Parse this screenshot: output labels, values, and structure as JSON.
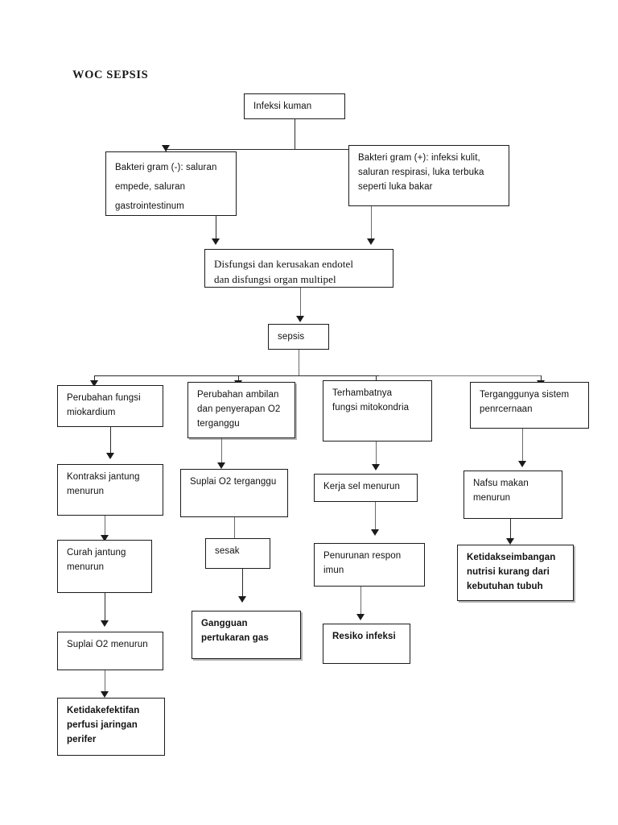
{
  "document": {
    "title": "WOC SEPSIS"
  },
  "diagram": {
    "type": "flowchart",
    "orientation": "top-down",
    "nodes": [
      {
        "id": "infeksi-kuman",
        "lines": [
          "Infeksi kuman"
        ]
      },
      {
        "id": "bakteri-gram-negatif",
        "lines": [
          "Bakteri gram (-): saluran",
          "empede, saluran",
          "gastrointestinum"
        ]
      },
      {
        "id": "bakteri-gram-positif",
        "lines": [
          "Bakteri gram (+): infeksi kulit,",
          "saluran respirasi, luka terbuka",
          "seperti luka bakar"
        ]
      },
      {
        "id": "disfungsi-endotel",
        "lines": [
          "Disfungsi dan kerusakan endotel",
          "dan disfungsi organ multipel"
        ]
      },
      {
        "id": "sepsis",
        "lines": [
          "sepsis"
        ]
      },
      {
        "id": "perubahan-fungsi-miokardium",
        "lines": [
          "Perubahan fungsi",
          "miokardium"
        ]
      },
      {
        "id": "perubahan-ambilan-o2",
        "lines": [
          "Perubahan ambilan",
          "dan penyerapan O2",
          "terganggu"
        ]
      },
      {
        "id": "terhambatnya-fungsi-mitokondria",
        "lines": [
          "Terhambatnya",
          "fungsi mitokondria"
        ]
      },
      {
        "id": "terganggunya-sistem-pencernaan",
        "lines": [
          "Terganggunya sistem",
          "penrcernaan"
        ]
      },
      {
        "id": "kontraksi-jantung-menurun",
        "lines": [
          "Kontraksi jantung",
          "menurun"
        ]
      },
      {
        "id": "suplai-o2-terganggu",
        "lines": [
          "Suplai O2 terganggu"
        ]
      },
      {
        "id": "kerja-sel-menurun",
        "lines": [
          "Kerja sel menurun"
        ]
      },
      {
        "id": "nafsu-makan-menurun",
        "lines": [
          "Nafsu makan",
          "menurun"
        ]
      },
      {
        "id": "curah-jantung-menurun",
        "lines": [
          "Curah jantung",
          "menurun"
        ]
      },
      {
        "id": "sesak",
        "lines": [
          "sesak"
        ]
      },
      {
        "id": "penurunan-respon-imun",
        "lines": [
          "Penurunan respon",
          "imun"
        ]
      },
      {
        "id": "ketidakseimbangan-nutrisi",
        "lines": [
          "Ketidakseimbangan",
          "nutrisi kurang dari",
          "kebutuhan tubuh"
        ]
      },
      {
        "id": "suplai-o2-menurun",
        "lines": [
          "Suplai O2 menurun"
        ]
      },
      {
        "id": "gangguan-pertukaran-gas",
        "lines": [
          "Gangguan",
          "pertukaran gas"
        ]
      },
      {
        "id": "resiko-infeksi",
        "lines": [
          "Resiko infeksi"
        ]
      },
      {
        "id": "ketidakefektifan-perfusi",
        "lines": [
          "Ketidakefektifan",
          "perfusi jaringan",
          "perifer"
        ]
      }
    ],
    "edges": [
      {
        "from": "infeksi-kuman",
        "to": "bakteri-gram-negatif"
      },
      {
        "from": "infeksi-kuman",
        "to": "bakteri-gram-positif"
      },
      {
        "from": "bakteri-gram-negatif",
        "to": "disfungsi-endotel"
      },
      {
        "from": "bakteri-gram-positif",
        "to": "disfungsi-endotel"
      },
      {
        "from": "disfungsi-endotel",
        "to": "sepsis"
      },
      {
        "from": "sepsis",
        "to": "perubahan-fungsi-miokardium"
      },
      {
        "from": "sepsis",
        "to": "perubahan-ambilan-o2"
      },
      {
        "from": "sepsis",
        "to": "terhambatnya-fungsi-mitokondria"
      },
      {
        "from": "sepsis",
        "to": "terganggunya-sistem-pencernaan"
      },
      {
        "from": "perubahan-fungsi-miokardium",
        "to": "kontraksi-jantung-menurun"
      },
      {
        "from": "kontraksi-jantung-menurun",
        "to": "curah-jantung-menurun"
      },
      {
        "from": "curah-jantung-menurun",
        "to": "suplai-o2-menurun"
      },
      {
        "from": "suplai-o2-menurun",
        "to": "ketidakefektifan-perfusi"
      },
      {
        "from": "perubahan-ambilan-o2",
        "to": "suplai-o2-terganggu"
      },
      {
        "from": "suplai-o2-terganggu",
        "to": "sesak"
      },
      {
        "from": "sesak",
        "to": "gangguan-pertukaran-gas"
      },
      {
        "from": "terhambatnya-fungsi-mitokondria",
        "to": "kerja-sel-menurun"
      },
      {
        "from": "kerja-sel-menurun",
        "to": "penurunan-respon-imun"
      },
      {
        "from": "penurunan-respon-imun",
        "to": "resiko-infeksi"
      },
      {
        "from": "terganggunya-sistem-pencernaan",
        "to": "nafsu-makan-menurun"
      },
      {
        "from": "nafsu-makan-menurun",
        "to": "ketidakseimbangan-nutrisi"
      }
    ]
  },
  "colors": {
    "ink": "#111111",
    "stroke": "#1b1b1b",
    "background": "#ffffff"
  }
}
